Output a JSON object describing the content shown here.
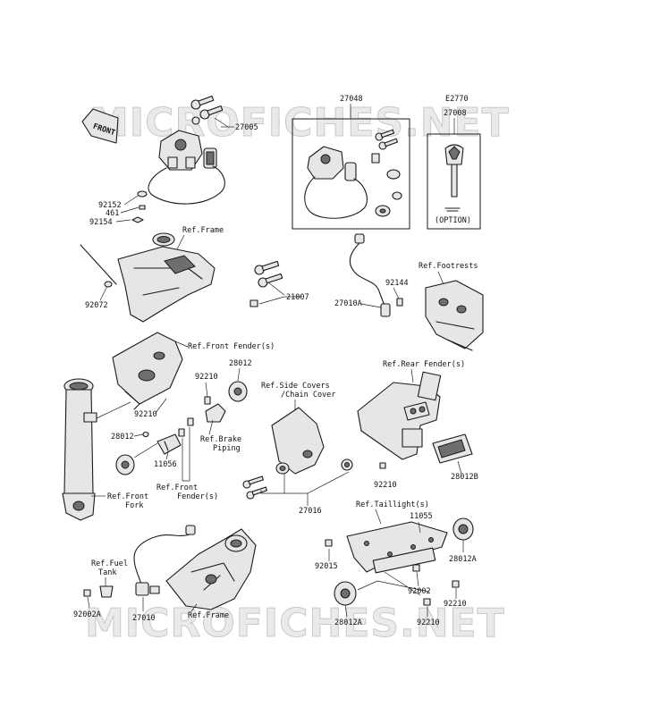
{
  "watermark": {
    "top": "MICROFICHES.NET",
    "bottom": "MICROFICHES.NET"
  },
  "front_arrow": "FRONT",
  "labels": {
    "p27005": "27005",
    "p27048": "27048",
    "pE2770": "E2770",
    "p27008": "27008",
    "option": "(OPTION)",
    "p92152": "92152",
    "p461": "461",
    "p92154": "92154",
    "ref_frame_top": "Ref.Frame",
    "p92072": "92072",
    "p21007": "21007",
    "p92144": "92144",
    "p27010A": "27010A",
    "ref_footrests": "Ref.Footrests",
    "ref_front_fender_top": "Ref.Front Fender(s)",
    "p92210_a": "92210",
    "p28012_a": "28012",
    "ref_rear_fender": "Ref.Rear Fender(s)",
    "ref_side_covers_1": "Ref.Side Covers",
    "ref_side_covers_2": "/Chain Cover",
    "p92210_b": "92210",
    "p28012_b": "28012",
    "ref_brake_1": "Ref.Brake",
    "ref_brake_2": "Piping",
    "p11056": "11056",
    "ref_front_fender_b1": "Ref.Front",
    "ref_front_fender_b2": "Fender(s)",
    "p28012B": "28012B",
    "p92210_c": "92210",
    "ref_front_fork_1": "Ref.Front",
    "ref_front_fork_2": "Fork",
    "p27016": "27016",
    "ref_taillight": "Ref.Taillight(s)",
    "p11055": "11055",
    "p92015": "92015",
    "p28012A_a": "28012A",
    "ref_fuel_tank_1": "Ref.Fuel",
    "ref_fuel_tank_2": "Tank",
    "p92002": "92002",
    "p92210_d": "92210",
    "p92002A": "92002A",
    "p27010": "27010",
    "ref_frame_bottom": "Ref.Frame",
    "p28012A_b": "28012A",
    "p92210_e": "92210"
  }
}
